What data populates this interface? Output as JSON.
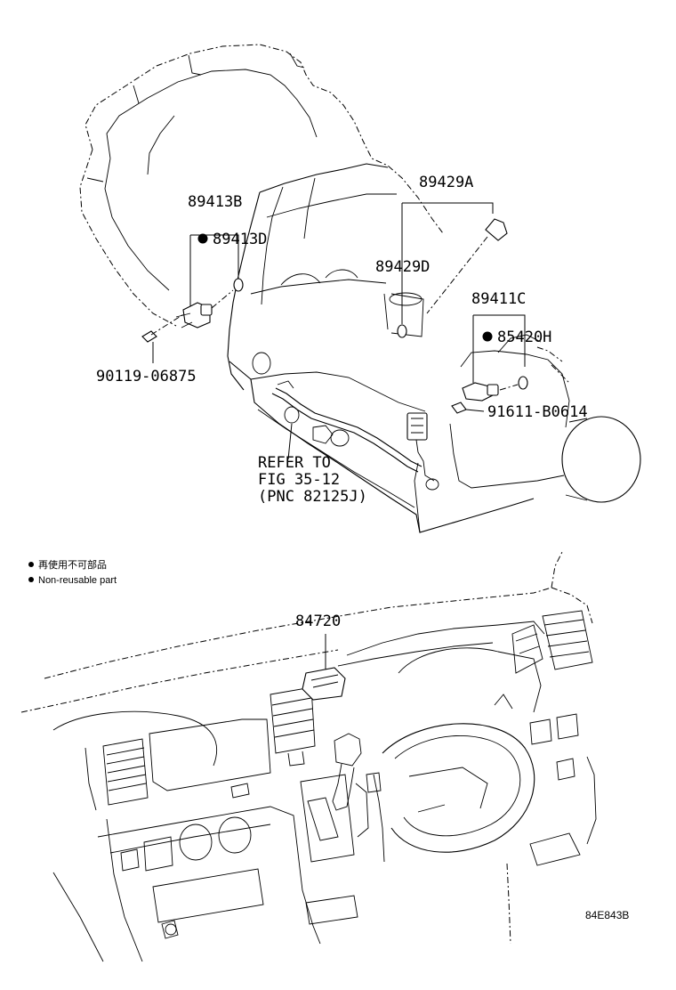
{
  "upper_diagram": {
    "labels": {
      "p89413B": "89413B",
      "p89413D": "89413D",
      "p89429A": "89429A",
      "p89429D": "89429D",
      "p89411C": "89411C",
      "p85420H": "85420H",
      "p90119": "90119-06875",
      "p91611": "91611-B0614"
    },
    "refer_note": {
      "line1": "REFER TO",
      "line2": "FIG 35-12",
      "line3": "(PNC 82125J)"
    }
  },
  "legend": {
    "japanese": "再使用不可部品",
    "english": "Non-reusable part"
  },
  "lower_diagram": {
    "labels": {
      "p84720": "84720"
    }
  },
  "figure_code": "84E843B"
}
